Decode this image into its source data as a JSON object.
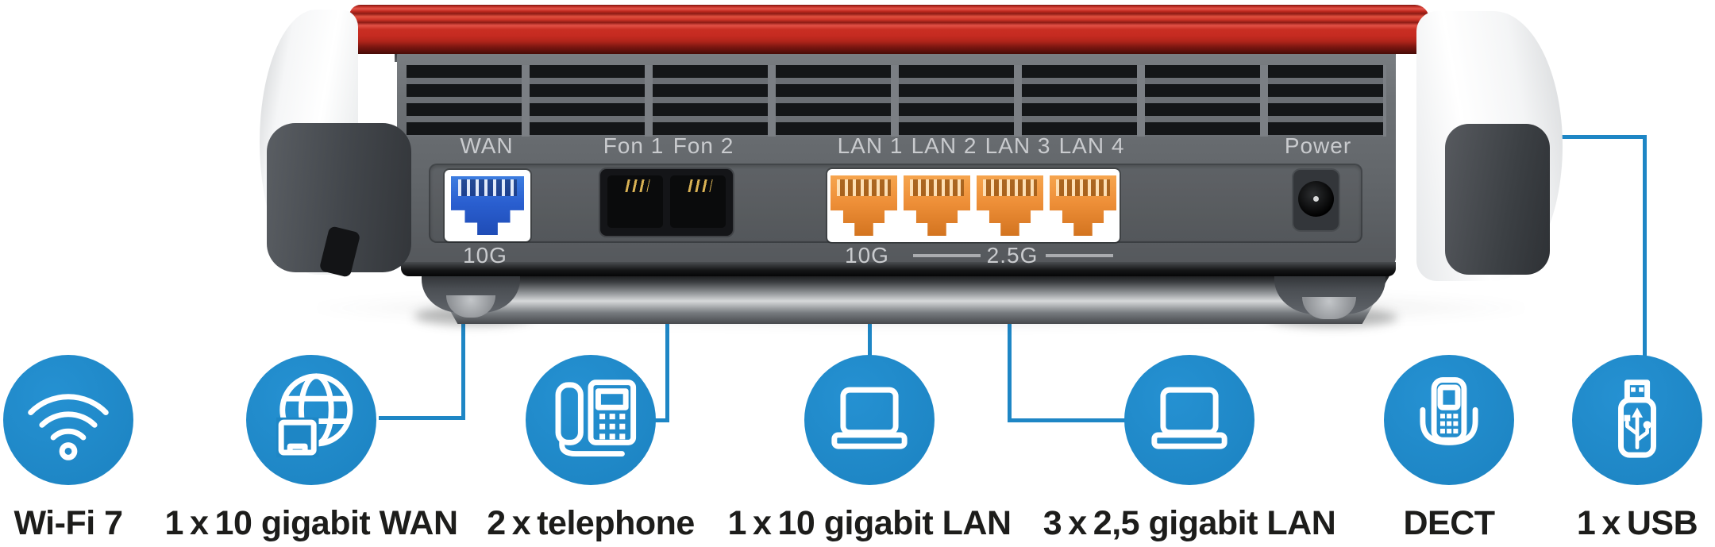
{
  "router": {
    "port_labels": {
      "wan": "WAN",
      "fon1": "Fon 1",
      "fon2": "Fon 2",
      "lan1": "LAN 1",
      "lan2": "LAN 2",
      "lan3": "LAN 3",
      "lan4": "LAN 4",
      "power": "Power"
    },
    "speed_labels": {
      "wan_port": "10G",
      "lan1_port": "10G",
      "lan234_ports": "2.5G"
    }
  },
  "features": [
    {
      "icon": "wifi-icon",
      "label": "Wi-Fi 7"
    },
    {
      "icon": "globe-wan-icon",
      "label": "1 x 10 gigabit WAN"
    },
    {
      "icon": "telephone-icon",
      "label": "2 x telephone"
    },
    {
      "icon": "laptop-icon",
      "label": "1 x 10 gigabit LAN"
    },
    {
      "icon": "laptop-icon",
      "label": "3 x 2,5 gigabit LAN"
    },
    {
      "icon": "dect-handset-icon",
      "label": "DECT"
    },
    {
      "icon": "usb-stick-icon",
      "label": "1 x USB"
    }
  ],
  "colors": {
    "accent_blue": "#1e86c5",
    "router_red": "#c62b21",
    "lan_orange": "#ee8f38",
    "wan_port_blue": "#2a5fd0",
    "panel_gray": "#64686d",
    "port_label_gray": "#c9cbce",
    "label_black": "#1d1d1b"
  }
}
